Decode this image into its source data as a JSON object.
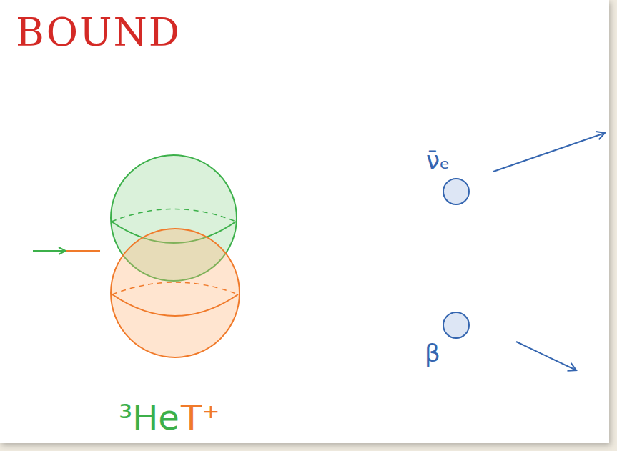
{
  "diagram": {
    "title": "BOUND",
    "nodes": [
      {
        "text": [
          "ν̄ₑ"
        ]
      },
      {
        "text": [
          "β"
        ]
      }
    ],
    "labels": [
      "³He",
      "T⁺"
    ]
  }
}
